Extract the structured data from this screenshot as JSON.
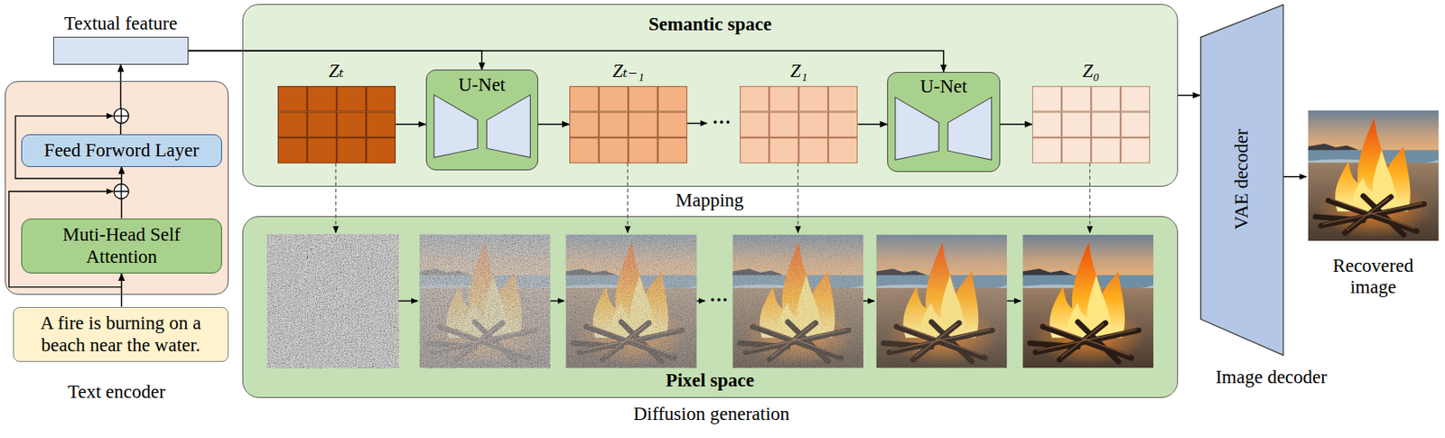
{
  "diagram": {
    "nodes": [
      {
        "text": [
          "Textual feature"
        ]
      },
      {
        "text": [
          "Text encoder"
        ]
      },
      {
        "text": [
          "Feed Forword Layer"
        ],
        "in": 1
      },
      {
        "text": [
          "Muti-Head Self Attention"
        ],
        "in": 1
      },
      {
        "text": [
          "A fire is burning on a beach near the water."
        ]
      },
      {
        "text": [
          "Semantic space"
        ]
      },
      {
        "text": [
          "Zₜ"
        ],
        "in": 5
      },
      {
        "text": [
          "U-Net"
        ],
        "in": 5
      },
      {
        "text": [
          "Zₜ₋₁"
        ],
        "in": 5
      },
      {
        "text": [
          "Z₁"
        ],
        "in": 5
      },
      {
        "text": [
          "U-Net"
        ],
        "in": 5
      },
      {
        "text": [
          "Z₀"
        ],
        "in": 5
      },
      {
        "text": [
          "Pixel space"
        ]
      },
      {
        "text": [
          "VAE decoder",
          "Image decoder"
        ]
      }
    ],
    "edges": [
      {
        "from": 4,
        "to": 3,
        "arrow": "to"
      },
      {
        "from": 3,
        "to": 2,
        "arrow": "to"
      },
      {
        "from": 2,
        "to": 0,
        "arrow": "to"
      },
      {
        "from": 0,
        "to": 7,
        "arrow": "to"
      },
      {
        "from": 0,
        "to": 10,
        "arrow": "to"
      },
      {
        "from": 6,
        "to": 7,
        "arrow": "to"
      },
      {
        "from": 7,
        "to": 8,
        "arrow": "to"
      },
      {
        "from": 9,
        "to": 10,
        "arrow": "to"
      },
      {
        "from": 10,
        "to": 11,
        "arrow": "to"
      },
      {
        "from": 5,
        "to": 13,
        "arrow": "to"
      }
    ],
    "labels": [
      "Mapping",
      "···",
      "···",
      "Diffusion generation",
      "Recovered image"
    ]
  }
}
